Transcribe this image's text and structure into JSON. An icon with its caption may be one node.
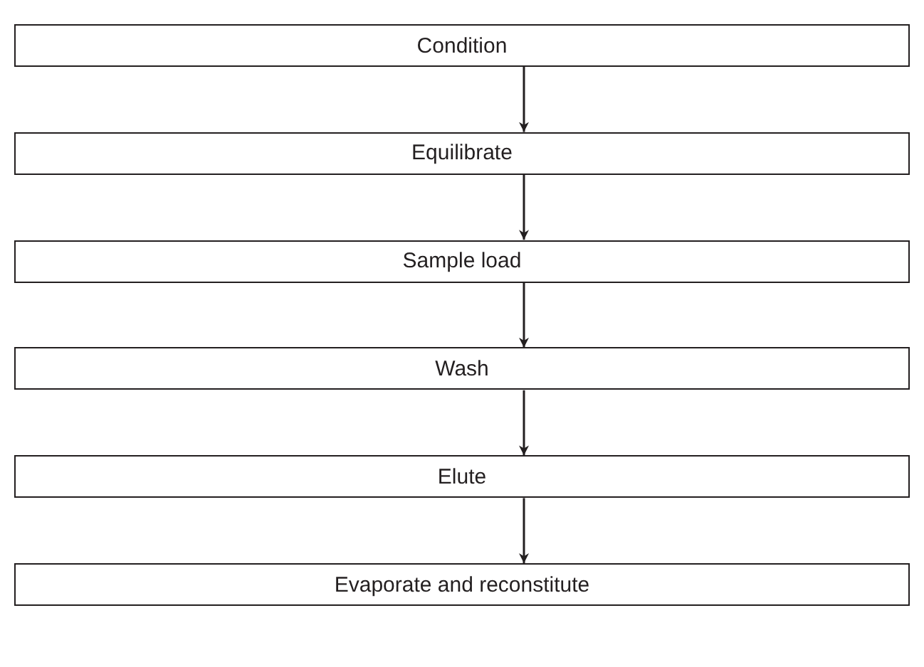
{
  "diagram": {
    "nodes": [
      {
        "text": [
          "Condition"
        ]
      },
      {
        "text": [
          "Equilibrate"
        ]
      },
      {
        "text": [
          "Sample load"
        ]
      },
      {
        "text": [
          "Wash"
        ]
      },
      {
        "text": [
          "Elute"
        ]
      },
      {
        "text": [
          "Evaporate and reconstitute"
        ]
      }
    ],
    "edges": [
      {
        "from": 0,
        "to": 1,
        "arrow": "to"
      },
      {
        "from": 1,
        "to": 2,
        "arrow": "to"
      },
      {
        "from": 2,
        "to": 3,
        "arrow": "to"
      },
      {
        "from": 3,
        "to": 4,
        "arrow": "to"
      },
      {
        "from": 4,
        "to": 5,
        "arrow": "to"
      }
    ]
  }
}
